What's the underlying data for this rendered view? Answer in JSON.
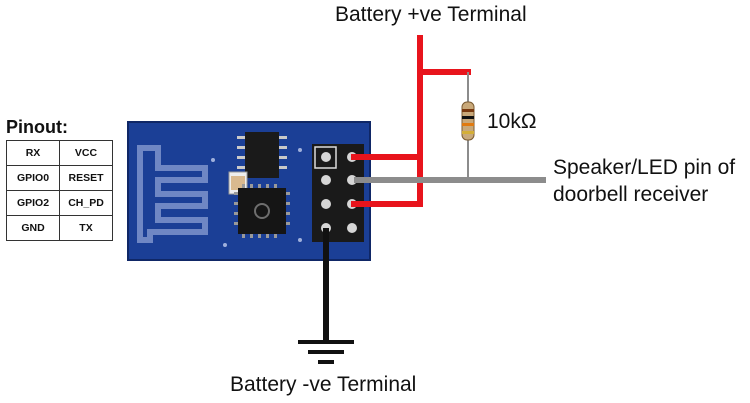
{
  "labels": {
    "battery_positive": "Battery +ve Terminal",
    "battery_negative": "Battery -ve Terminal",
    "resistor_value": "10kΩ",
    "speaker_line1": "Speaker/LED pin of",
    "speaker_line2": "doorbell receiver"
  },
  "pinout": {
    "title": "Pinout:",
    "rows": [
      [
        "RX",
        "VCC"
      ],
      [
        "GPIO0",
        "RESET"
      ],
      [
        "GPIO2",
        "CH_PD"
      ],
      [
        "GND",
        "TX"
      ]
    ]
  },
  "colors": {
    "board": "#1b3f96",
    "wire_positive": "#e8141c",
    "wire_signal": "#8c8c8c",
    "wire_ground": "#111111"
  }
}
